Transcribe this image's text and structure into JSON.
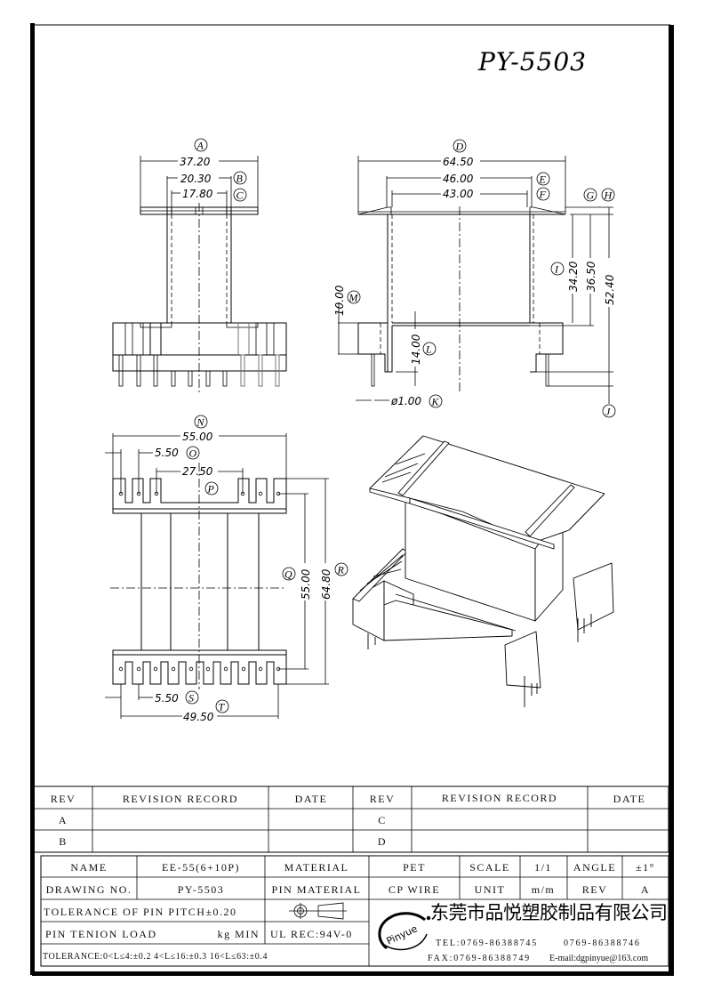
{
  "drawing": {
    "title": "PY-5503",
    "front_view": {
      "dims": [
        {
          "label": "A",
          "value": "37.20"
        },
        {
          "label": "B",
          "value": "20.30"
        },
        {
          "label": "C",
          "value": "17.80"
        }
      ]
    },
    "side_view": {
      "dims": [
        {
          "label": "D",
          "value": "64.50"
        },
        {
          "label": "E",
          "value": "46.00"
        },
        {
          "label": "F",
          "value": "43.00"
        },
        {
          "label": "G",
          "value": ""
        },
        {
          "label": "H",
          "value": ""
        },
        {
          "label": "I",
          "value": "34.20"
        },
        {
          "label": "",
          "value": "36.50"
        },
        {
          "label": "",
          "value": "52.40"
        },
        {
          "label": "J",
          "value": ""
        },
        {
          "label": "K",
          "value": "ø1.00"
        },
        {
          "label": "L",
          "value": "14.00"
        },
        {
          "label": "M",
          "value": "10.00"
        }
      ]
    },
    "bottom_view": {
      "dims": [
        {
          "label": "N",
          "value": "55.00"
        },
        {
          "label": "O",
          "value": "5.50"
        },
        {
          "label": "P",
          "value": "27.50"
        },
        {
          "label": "Q",
          "value": "55.00"
        },
        {
          "label": "R",
          "value": "64.80"
        },
        {
          "label": "S",
          "value": "5.50"
        },
        {
          "label": "T",
          "value": "49.50"
        }
      ]
    }
  },
  "revision_table": {
    "headers": [
      "REV",
      "REVISION RECORD",
      "DATE",
      "REV",
      "REVISION RECORD",
      "DATE"
    ],
    "rows": [
      [
        "A",
        "",
        "",
        "C",
        "",
        ""
      ],
      [
        "B",
        "",
        "",
        "D",
        "",
        ""
      ]
    ]
  },
  "title_block": {
    "name_label": "NAME",
    "name_value": "EE-55(6+10P)",
    "material_label": "MATERIAL",
    "material_value": "PET",
    "scale_label": "SCALE",
    "scale_value": "1/1",
    "angle_label": "ANGLE",
    "angle_value": "±1°",
    "drawing_no_label": "DRAWING NO.",
    "drawing_no_value": "PY-5503",
    "pin_material_label": "PIN MATERIAL",
    "pin_material_value": "CP WIRE",
    "unit_label": "UNIT",
    "unit_value": "m/m",
    "rev_label": "REV",
    "rev_value": "A",
    "pin_pitch_tolerance": "TOLERANCE OF PIN PITCH±0.20",
    "pin_tension_label": "PIN TENION LOAD",
    "pin_tension_unit": "kg MIN",
    "ul_rec": "UL REC:94V-0",
    "tolerance": "TOLERANCE:0<L≤4:±0.2   4<L≤16:±0.3   16<L≤63:±0.4",
    "company_cn": "东莞市品悦塑胶制品有限公司",
    "logo_text": "Pinyue",
    "tel": "TEL:0769-86388745",
    "tel2": "0769-86388746",
    "fax": "FAX:0769-86388749",
    "email": "E-mail:dgpinyue@163.com"
  }
}
